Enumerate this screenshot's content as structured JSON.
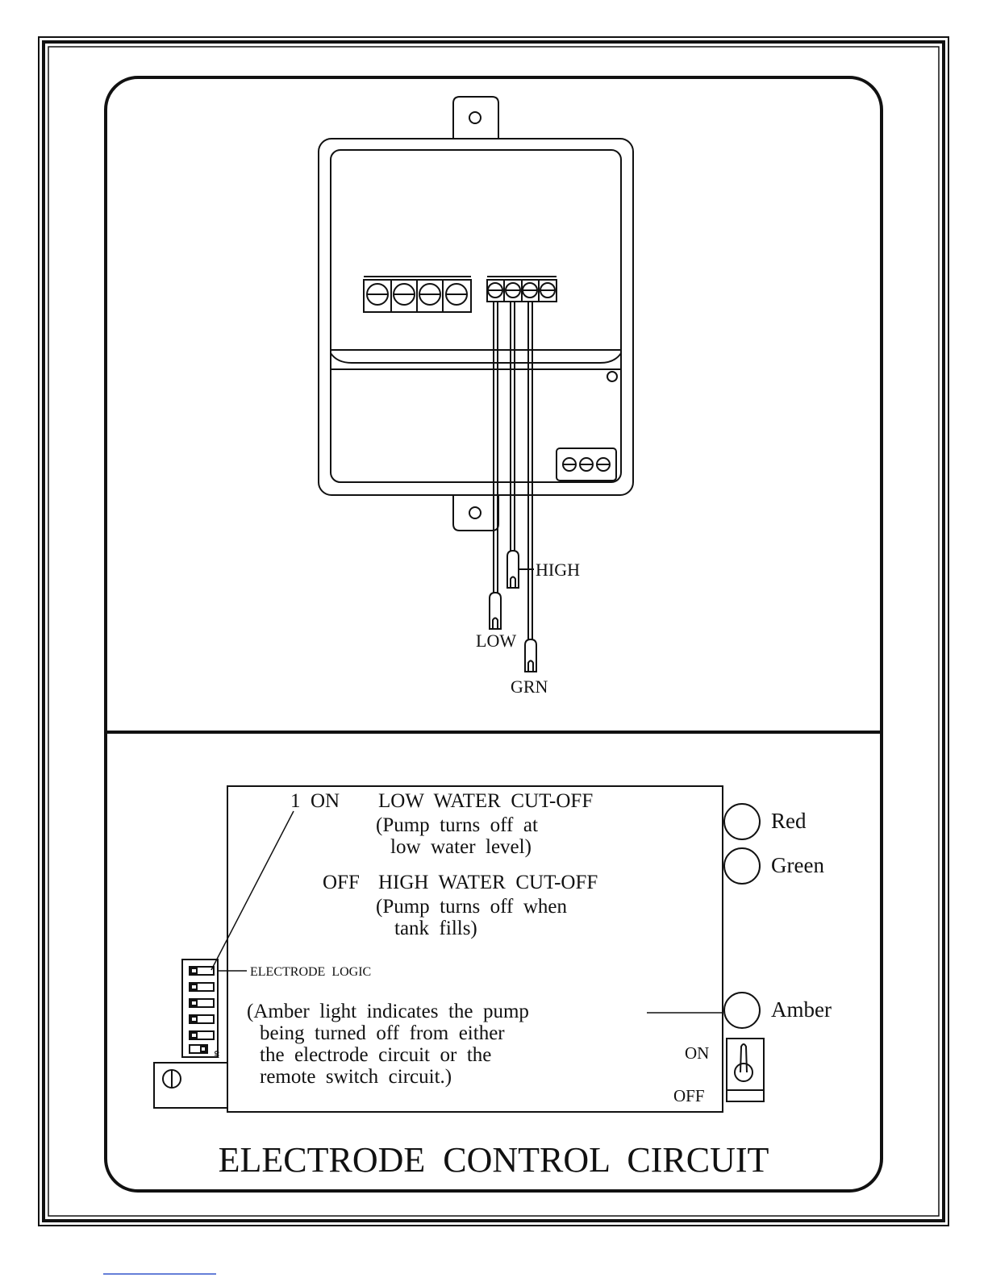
{
  "probes": {
    "high": "HIGH",
    "low": "LOW",
    "ground": "GRN"
  },
  "logic_panel": {
    "line_on_prefix": "1  ON",
    "line_on_mode": "LOW  WATER  CUT-OFF",
    "line_on_desc_1": "(Pump  turns  off  at",
    "line_on_desc_2": "low  water  level)",
    "line_off_prefix": "OFF",
    "line_off_mode": "HIGH  WATER  CUT-OFF",
    "line_off_desc_1": "(Pump  turns  off  when",
    "line_off_desc_2": "tank  fills)",
    "dip_label": "ELECTRODE  LOGIC",
    "dip_on_mark": "ON",
    "amber_note_1": "(Amber  light  indicates  the  pump",
    "amber_note_2": "being  turned  off  from  either",
    "amber_note_3": "the  electrode  circuit  or  the",
    "amber_note_4": "remote  switch  circuit.)"
  },
  "lights": {
    "red": "Red",
    "green": "Green",
    "amber": "Amber"
  },
  "switch": {
    "on": "ON",
    "off": "OFF"
  },
  "title": "ELECTRODE  CONTROL  CIRCUIT"
}
